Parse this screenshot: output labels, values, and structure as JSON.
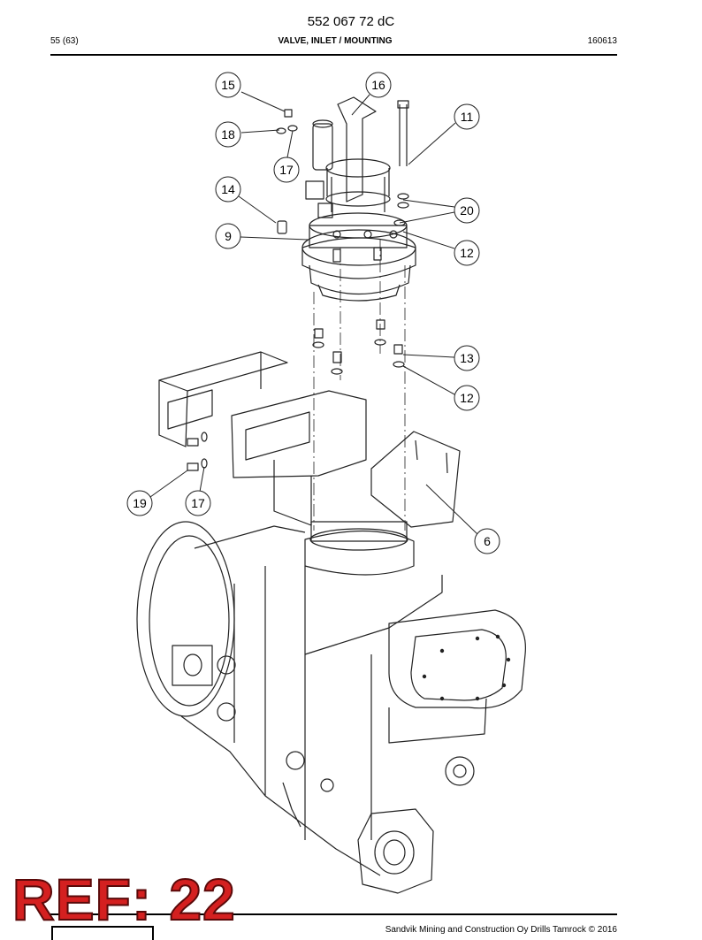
{
  "header": {
    "doc_number": "552 067 72 dC",
    "page": "55 (63)",
    "title": "VALVE, INLET / MOUNTING",
    "date": "160613"
  },
  "callouts": [
    "15",
    "16",
    "11",
    "18",
    "17",
    "14",
    "20",
    "9",
    "12",
    "13",
    "12",
    "19",
    "17",
    "6"
  ],
  "stamp": "REF: 22",
  "footer": {
    "copyright": "Sandvik Mining and Construction Oy Drills Tamrock © 2016"
  },
  "icons": {
    "drawing": "exploded-assembly-drawing",
    "logo": "sandvik-logo"
  }
}
